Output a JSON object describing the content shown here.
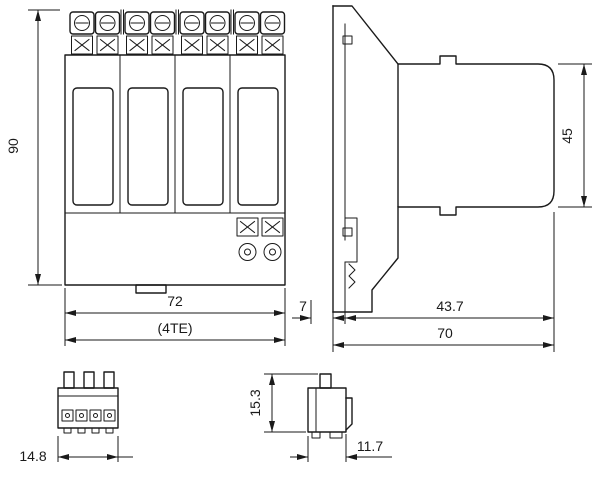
{
  "style": {
    "line_color": "#1a1a1a",
    "background": "#ffffff"
  },
  "dims": {
    "front_height": "90",
    "front_width": "72",
    "front_width_note": "(4TE)",
    "side_rail_offset": "7",
    "side_depth_front": "43.7",
    "side_depth_total": "70",
    "side_module_height": "45",
    "connector_width": "14.8",
    "connector_height": "15.3",
    "connector_depth": "11.7"
  }
}
